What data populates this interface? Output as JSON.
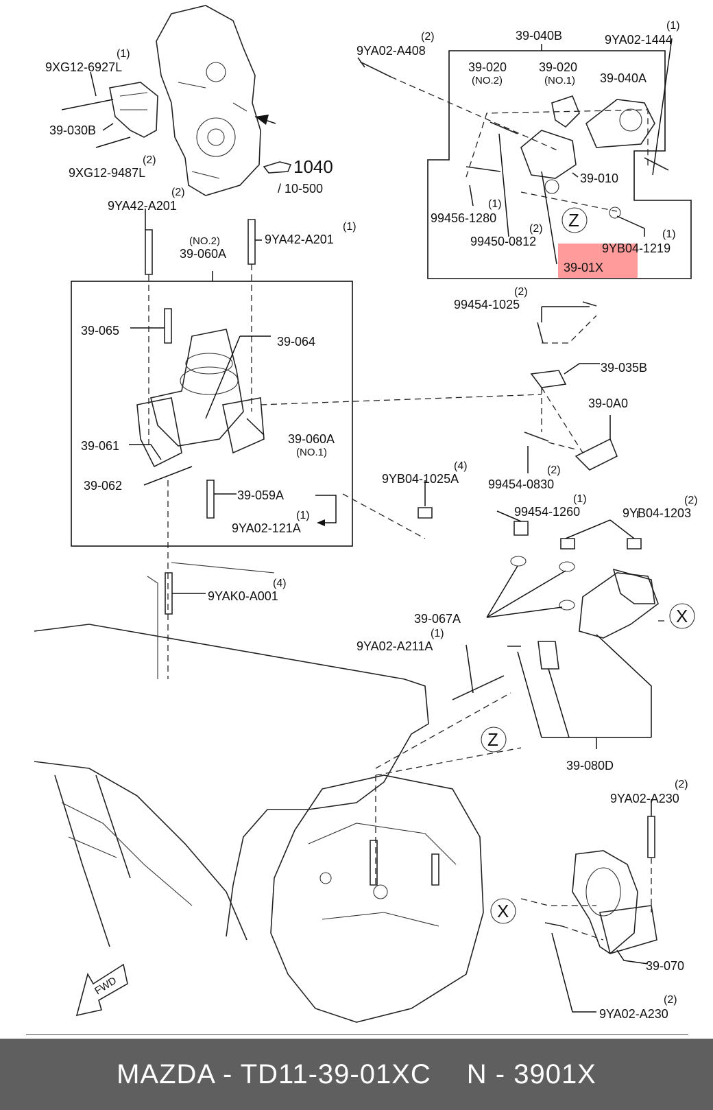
{
  "diagram": {
    "labels": [
      {
        "id": "l1",
        "text": "9XG12-6927L"
      },
      {
        "id": "q1",
        "text": "(1)"
      },
      {
        "id": "l2",
        "text": "39-030B"
      },
      {
        "id": "l3",
        "text": "9XG12-9487L"
      },
      {
        "id": "q3",
        "text": "(2)"
      },
      {
        "id": "l4",
        "text": "1040"
      },
      {
        "id": "l5",
        "text": "/ 10-500"
      },
      {
        "id": "l6",
        "text": "9YA02-A408"
      },
      {
        "id": "q6",
        "text": "(2)"
      },
      {
        "id": "l7",
        "text": "39-040B"
      },
      {
        "id": "l8",
        "text": "9YA02-1444"
      },
      {
        "id": "q8",
        "text": "(1)"
      },
      {
        "id": "l9",
        "text": "39-020"
      },
      {
        "id": "l9b",
        "text": "(NO.2)"
      },
      {
        "id": "l10",
        "text": "39-020"
      },
      {
        "id": "l10b",
        "text": "(NO.1)"
      },
      {
        "id": "l11",
        "text": "39-040A"
      },
      {
        "id": "l12",
        "text": "39-010"
      },
      {
        "id": "l13",
        "text": "99456-1280"
      },
      {
        "id": "q13",
        "text": "(1)"
      },
      {
        "id": "l14",
        "text": "99450-0812"
      },
      {
        "id": "q14",
        "text": "(2)"
      },
      {
        "id": "l15",
        "text": "9YB04-1219"
      },
      {
        "id": "q15",
        "text": "(1)"
      },
      {
        "id": "l16",
        "text": "39-01X"
      },
      {
        "id": "l17",
        "text": "9YA42-A201"
      },
      {
        "id": "q17",
        "text": "(2)"
      },
      {
        "id": "l18",
        "text": "9YA42-A201"
      },
      {
        "id": "q18",
        "text": "(1)"
      },
      {
        "id": "l19",
        "text": "39-060A"
      },
      {
        "id": "l19b",
        "text": "(NO.2)"
      },
      {
        "id": "l20",
        "text": "39-065"
      },
      {
        "id": "l21",
        "text": "39-064"
      },
      {
        "id": "l22",
        "text": "39-061"
      },
      {
        "id": "l23",
        "text": "39-060A"
      },
      {
        "id": "l23b",
        "text": "(NO.1)"
      },
      {
        "id": "l24",
        "text": "39-062"
      },
      {
        "id": "l25",
        "text": "39-059A"
      },
      {
        "id": "l26",
        "text": "9YA02-121A"
      },
      {
        "id": "q26",
        "text": "(1)"
      },
      {
        "id": "l27",
        "text": "99454-1025"
      },
      {
        "id": "q27",
        "text": "(2)"
      },
      {
        "id": "l28",
        "text": "39-035B"
      },
      {
        "id": "l29",
        "text": "39-0A0"
      },
      {
        "id": "l30",
        "text": "99454-0830"
      },
      {
        "id": "q30",
        "text": "(2)"
      },
      {
        "id": "l31",
        "text": "9YB04-1025A"
      },
      {
        "id": "q31",
        "text": "(4)"
      },
      {
        "id": "l32",
        "text": "99454-1260"
      },
      {
        "id": "q32",
        "text": "(1)"
      },
      {
        "id": "l33",
        "text": "9YB04-1203"
      },
      {
        "id": "q33",
        "text": "(2)"
      },
      {
        "id": "l34",
        "text": "9YAK0-A001"
      },
      {
        "id": "q34",
        "text": "(4)"
      },
      {
        "id": "l35",
        "text": "39-067A"
      },
      {
        "id": "l36",
        "text": "9YA02-A211A"
      },
      {
        "id": "q36",
        "text": "(1)"
      },
      {
        "id": "l37",
        "text": "39-080D"
      },
      {
        "id": "l38",
        "text": "9YA02-A230"
      },
      {
        "id": "q38",
        "text": "(2)"
      },
      {
        "id": "l39",
        "text": "39-070"
      },
      {
        "id": "l40",
        "text": "9YA02-A230"
      },
      {
        "id": "q40",
        "text": "(2)"
      },
      {
        "id": "cz1",
        "text": "Z"
      },
      {
        "id": "cz2",
        "text": "Z"
      },
      {
        "id": "cx1",
        "text": "X"
      },
      {
        "id": "cx2",
        "text": "X"
      },
      {
        "id": "fwd",
        "text": "FWD"
      }
    ]
  },
  "highlight": {
    "label": "39-01X",
    "color": "#ff8a8a"
  },
  "footer": {
    "brand_part": "MAZDA - TD11-39-01XC",
    "ref": "N - 3901X",
    "background": "#5f5f5f"
  }
}
